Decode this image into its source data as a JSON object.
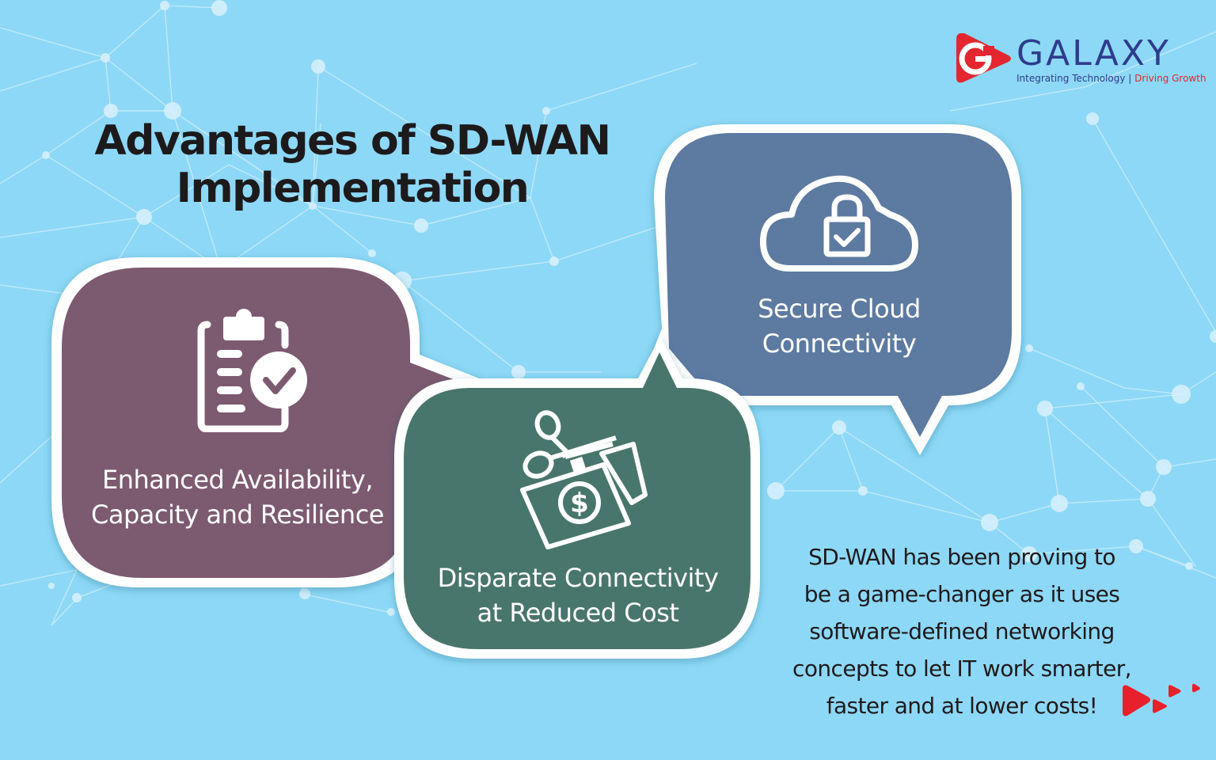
{
  "brand": {
    "name": "GALAXY",
    "tagline_left": "Integrating Technology",
    "tagline_sep": "|",
    "tagline_right": "Driving Growth",
    "colors": {
      "primary": "#2e3c8d",
      "accent": "#e32630"
    }
  },
  "title": {
    "line1": "Advantages of SD-WAN",
    "line2": "Implementation"
  },
  "bubbles": [
    {
      "label_line1": "Enhanced Availability,",
      "label_line2": "Capacity and Resilience",
      "icon": "clipboard-check-icon",
      "color": "#7b5a70"
    },
    {
      "label_line1": "Disparate Connectivity",
      "label_line2": "at Reduced Cost",
      "icon": "scissors-cut-money-icon",
      "color": "#4a766c"
    },
    {
      "label_line1": "Secure Cloud",
      "label_line2": "Connectivity",
      "icon": "cloud-lock-icon",
      "color": "#5d7aa1"
    }
  ],
  "description": {
    "lines": [
      "SD-WAN has been proving to",
      "be a game-changer as it uses",
      "software-defined networking",
      "concepts to let IT work smarter,",
      "faster and at lower costs!"
    ]
  },
  "colors": {
    "background": "#8dd8f6",
    "network": "#d3effc",
    "bubble_border": "#ffffff"
  }
}
